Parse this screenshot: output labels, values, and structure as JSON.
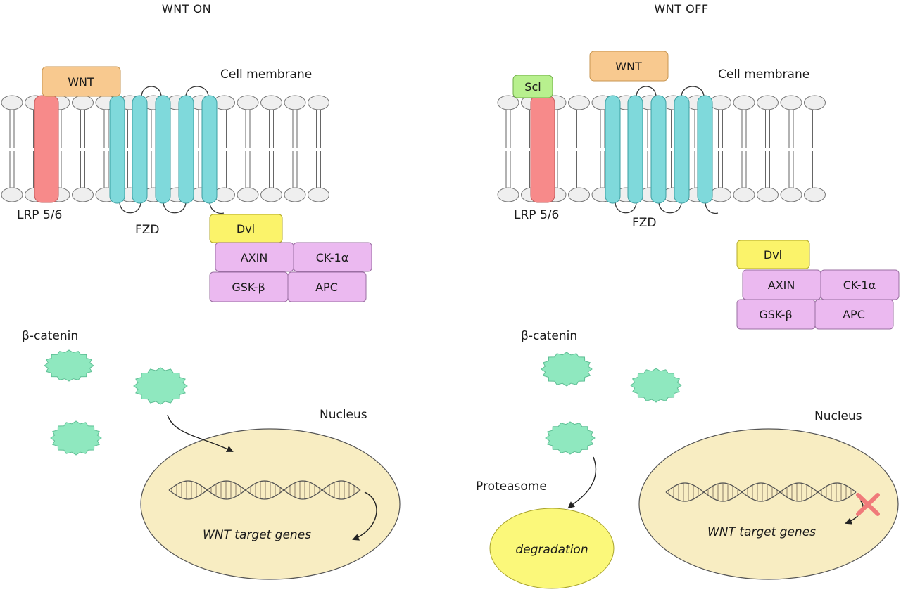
{
  "panels": {
    "left": {
      "title": "WNT ON",
      "ligand": "WNT",
      "membrane_label": "Cell membrane",
      "lrp_label": "LRP 5/6",
      "fzd_label": "FZD",
      "complex": {
        "dvl": "Dvl",
        "axin": "AXIN",
        "ck1a": "CK-1α",
        "gsk": "GSK-β",
        "apc": "APC"
      },
      "beta_catenin_label": "β-catenin",
      "nucleus_label": "Nucleus",
      "target_genes": "WNT target genes"
    },
    "right": {
      "title": "WNT OFF",
      "ligand": "WNT",
      "inhibitor": "Scl",
      "membrane_label": "Cell membrane",
      "lrp_label": "LRP 5/6",
      "fzd_label": "FZD",
      "complex": {
        "dvl": "Dvl",
        "axin": "AXIN",
        "ck1a": "CK-1α",
        "gsk": "GSK-β",
        "apc": "APC"
      },
      "beta_catenin_label": "β-catenin",
      "proteasome_label": "Proteasome",
      "degradation_label": "degradation",
      "nucleus_label": "Nucleus",
      "target_genes": "WNT target genes"
    }
  },
  "colors": {
    "lrp": "#f78a8a",
    "fzd": "#7fd9db",
    "wnt": "#f8c98f",
    "scl": "#b8f08e",
    "dvl": "#fbf36a",
    "complex": "#ebb9f0",
    "beta_catenin": "#8fe8bf",
    "nucleus": "#f8edc2",
    "proteasome": "#fbf87a",
    "inhibit": "#f07a7a"
  }
}
